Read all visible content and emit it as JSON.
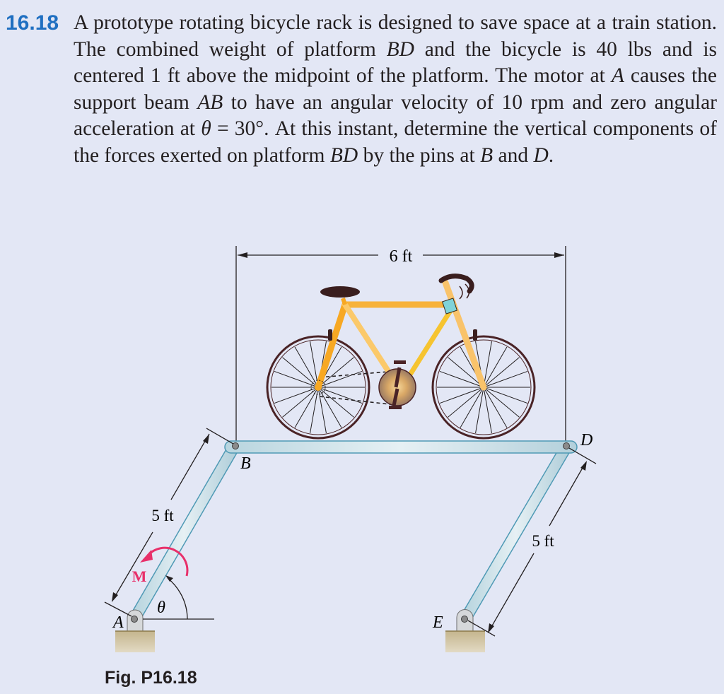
{
  "problem": {
    "number": "16.18",
    "text_parts": [
      {
        "t": "A prototype rotating bicycle rack is designed to save space at a train station. The combined weight of platform "
      },
      {
        "t": "BD",
        "i": true
      },
      {
        "t": " and the bicycle is 40 lbs and is centered 1 ft above the midpoint of the platform. The motor at "
      },
      {
        "t": "A",
        "i": true
      },
      {
        "t": " causes the support beam "
      },
      {
        "t": "AB",
        "i": true
      },
      {
        "t": " to have an angular velocity of 10 rpm and zero angular acceleration at "
      },
      {
        "t": "θ",
        "i": true
      },
      {
        "t": " = 30°. At this instant, determine the vertical components of the forces exerted on platform "
      },
      {
        "t": "BD",
        "i": true
      },
      {
        "t": " by the pins at "
      },
      {
        "t": "B",
        "i": true
      },
      {
        "t": " and "
      },
      {
        "t": "D",
        "i": true
      },
      {
        "t": "."
      }
    ]
  },
  "figure": {
    "caption": "Fig. P16.18",
    "dim_platform": "6 ft",
    "dim_ab": "5 ft",
    "dim_de": "5 ft",
    "label_a": "A",
    "label_b": "B",
    "label_d": "D",
    "label_e": "E",
    "label_m": "M",
    "label_theta": "θ",
    "colors": {
      "beam_fill": "#c5dde6",
      "beam_stroke": "#4f9ab5",
      "frame": "#f7a823",
      "tire": "#4a2326",
      "moment": "#e8306a",
      "ground": "#cbbd98",
      "accent": "#1f6fc1"
    }
  }
}
